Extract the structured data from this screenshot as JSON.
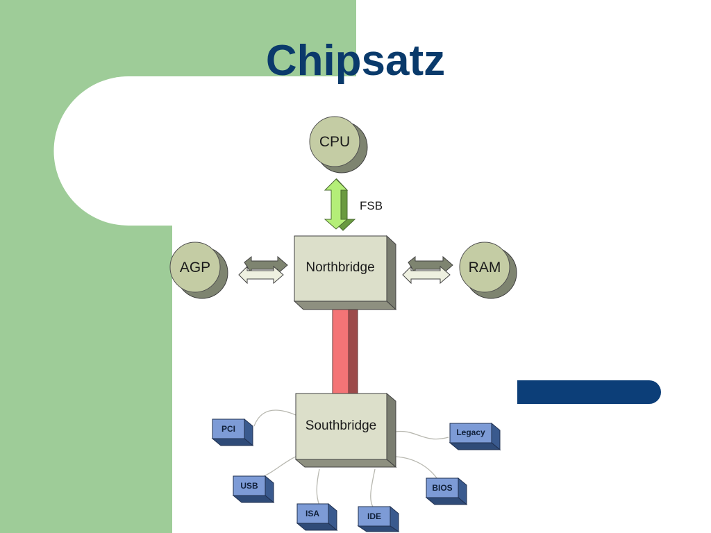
{
  "slide": {
    "title": "Chipsatz",
    "colors": {
      "background_panel": "#9ecc98",
      "title": "#0a3a6b",
      "accent_bar": "#0c3e78"
    }
  },
  "diagram": {
    "nodes": {
      "cpu": "CPU",
      "agp": "AGP",
      "ram": "RAM",
      "northbridge": "Northbridge",
      "southbridge": "Southbridge",
      "pci": "PCI",
      "usb": "USB",
      "isa": "ISA",
      "ide": "IDE",
      "bios": "BIOS",
      "legacy": "Legacy"
    },
    "links": {
      "fsb": "FSB"
    },
    "colors": {
      "circle_fill": "#c4cca4",
      "circle_shadow": "#7e8470",
      "bridge_fill": "#dcdfca",
      "hub_link": "#f47476",
      "port_fill": "#7d9bd6",
      "fsb_arrow": "#b4ee78"
    }
  }
}
